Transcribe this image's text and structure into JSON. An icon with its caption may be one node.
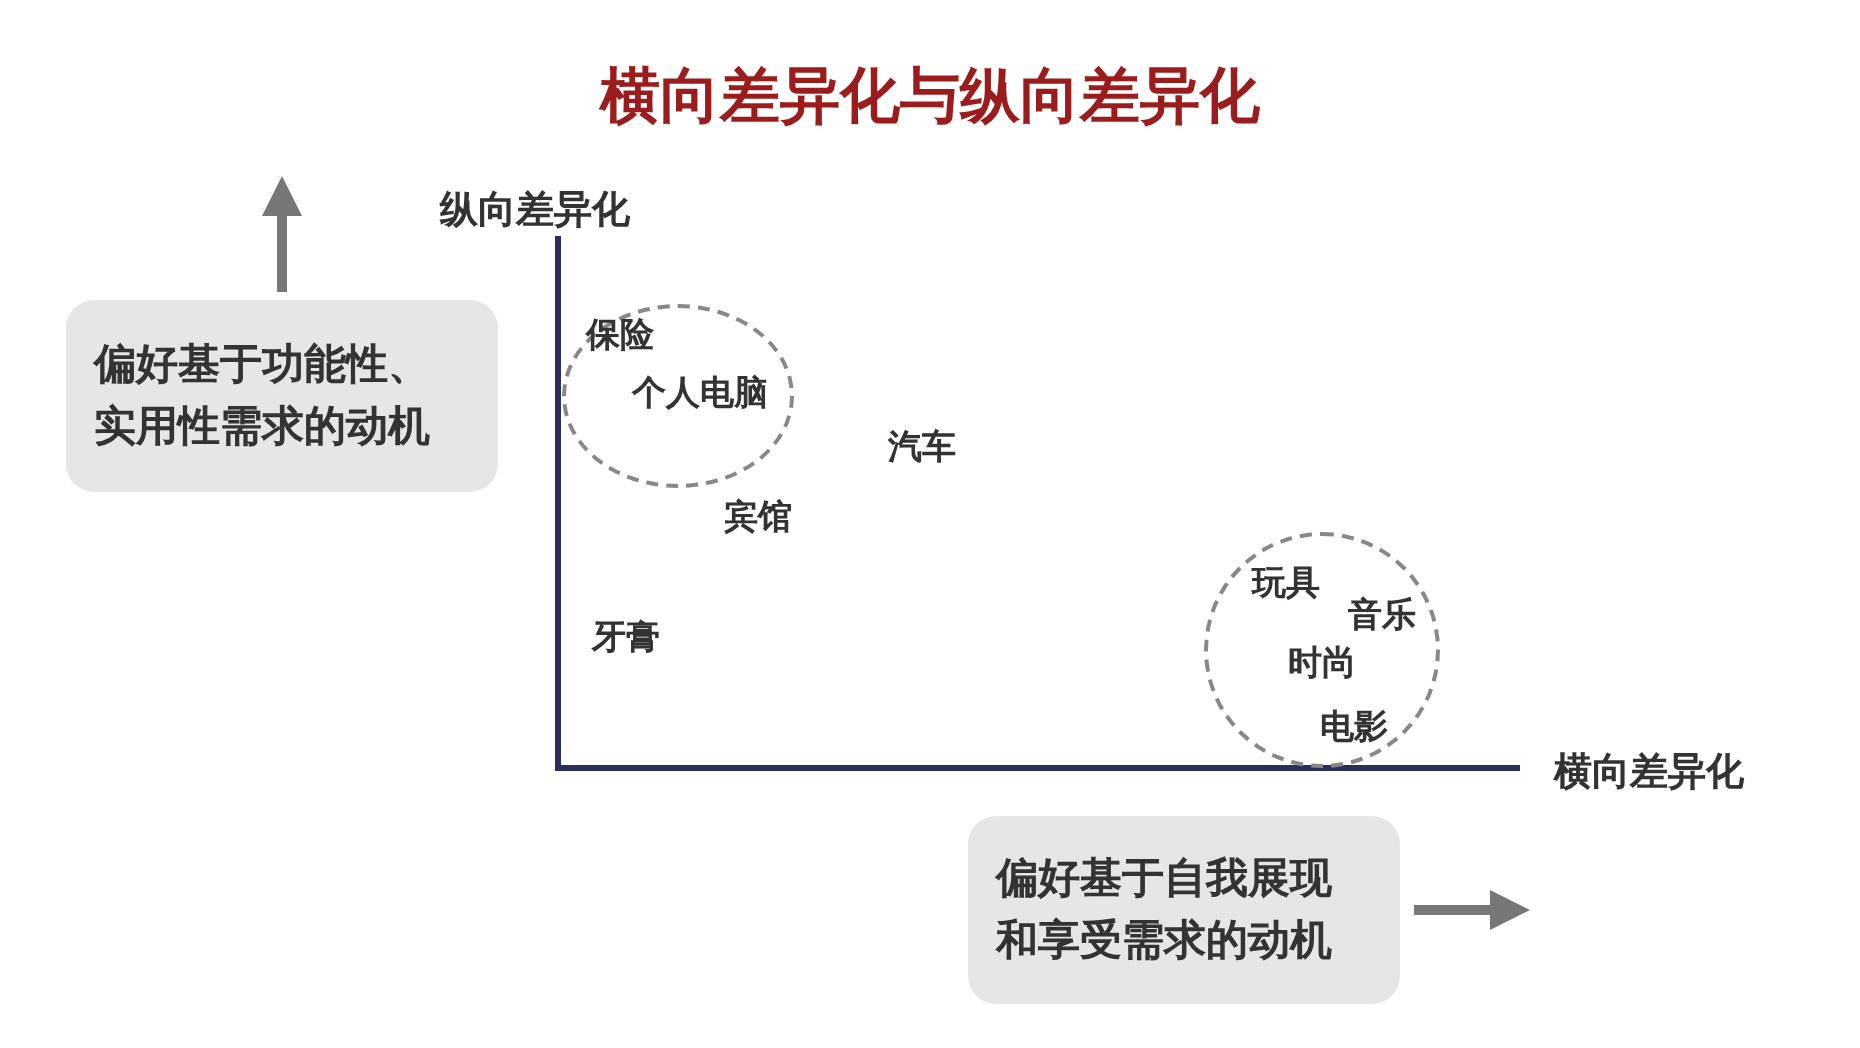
{
  "diagram": {
    "title": "横向差异化与纵向差异化",
    "nodes": [
      {
        "text": [
          "偏好基于功能性、实用性需求的动机"
        ]
      },
      {
        "text": [
          "保险",
          "个人电脑"
        ]
      },
      {
        "text": [
          "玩具",
          "音乐",
          "时尚",
          "电影"
        ]
      },
      {
        "text": [
          "偏好基于自我展现和享受需求的动机"
        ]
      }
    ],
    "labels": [
      "纵向差异化",
      "汽车",
      "宾馆",
      "牙膏",
      "横向差异化"
    ]
  }
}
